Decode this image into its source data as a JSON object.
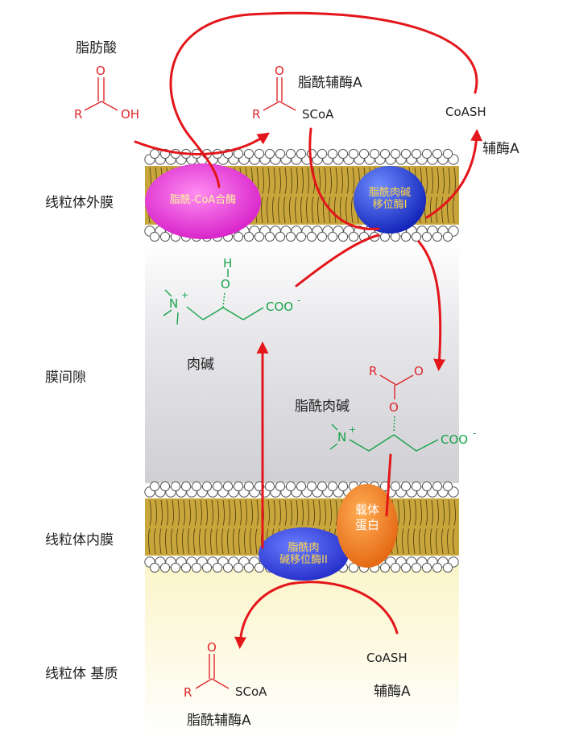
{
  "labels": {
    "fatty_acid": "脂肪酸",
    "acyl_coa_top": "脂酰辅酶A",
    "coash_top": "CoASH",
    "coa_top": "辅酶A",
    "outer_membrane": "线粒体外膜",
    "intermembrane_space": "膜间隙",
    "inner_membrane": "线粒体内膜",
    "matrix": "线粒体 基质",
    "carnitine": "肉碱",
    "acyl_carnitine": "脂酰肉碱",
    "coash_bottom": "CoASH",
    "coa_bottom": "辅酶A",
    "acyl_coa_bottom": "脂酰辅酶A"
  },
  "chem": {
    "R": "R",
    "O": "O",
    "OH": "OH",
    "SCoA": "SCoA",
    "H": "H",
    "N": "N",
    "plus": "+",
    "COO": "COO",
    "minus": "-"
  },
  "enzymes": {
    "acyl_coa_synthetase": "脂酰-CoA合酶",
    "cpt1_line1": "脂酰肉碱",
    "cpt1_line2": "移位酶I",
    "carrier_line1": "载体",
    "carrier_line2": "蛋白",
    "cpt2_line1": "脂酰肉",
    "cpt2_line2": "碱移位酶II"
  },
  "colors": {
    "arrow": "#e3161b",
    "structure_red": "#e0262a",
    "structure_green": "#1aa34a",
    "membrane_tail": "#b8962a",
    "synthetase": "#e01fd0",
    "cpt1": "#1f3fd8",
    "carrier": "#f07a1a",
    "cpt2": "#2a35d6"
  }
}
